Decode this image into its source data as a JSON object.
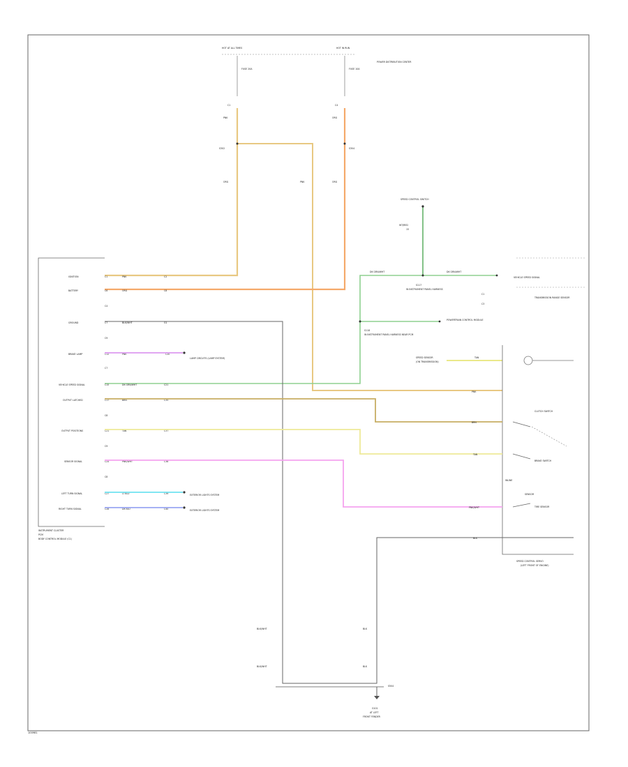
{
  "diagram": {
    "page_code": "100981",
    "top_labels": {
      "hot_at_all_times_left": "HOT AT ALL TIMES",
      "hot_in_run_right": "HOT IN RUN",
      "pdc_label": "POWER DISTRIBUTION CENTER",
      "fuse_left": "FUSE 20A",
      "fuse_right": "FUSE 10A",
      "cav_left": "C1",
      "cav_right": "C4",
      "wire_codes": [
        "PNK",
        "ORG",
        "S302",
        "S304",
        "ORG",
        "PNK",
        "ORG"
      ]
    },
    "speed_control": {
      "title": "SPEED CONTROL SWITCH",
      "wire": "WT/RED",
      "wire2": "15"
    },
    "connector": {
      "title": "INSTRUMENT CLUSTER",
      "subtitle": "PCM",
      "pins": [
        {
          "num": "C1",
          "label": "IGNITION",
          "wire": "PNK",
          "cav": "C2",
          "color": "#d9a94a"
        },
        {
          "num": "C6",
          "label": "BATTERY",
          "wire": "ORG",
          "cav": "C8",
          "color": "#f0913c"
        },
        {
          "num": "C4",
          "label": "",
          "wire": "",
          "cav": "",
          "color": ""
        },
        {
          "num": "C7",
          "label": "GROUND",
          "wire": "BLK/WHT",
          "cav": "G1",
          "color": "#555555"
        },
        {
          "num": "C9",
          "label": "",
          "wire": "",
          "cav": "",
          "color": ""
        },
        {
          "num": "C12",
          "label": "BRAKE LAMP",
          "wire": "PNK",
          "cav": "C20",
          "color": "#cc66ee"
        },
        {
          "num": "C7",
          "label": "",
          "wire": "",
          "cav": "",
          "color": ""
        },
        {
          "num": "C15",
          "label": "VEHICLE SPEED SIGNAL",
          "wire": "DK GRN/WHT",
          "cav": "C21",
          "color": "#77c07a"
        },
        {
          "num": "C17",
          "label": "OUTPUT LATCHED",
          "wire": "BRN",
          "cav": "C35",
          "color": "#b89a3e"
        },
        {
          "num": "C8",
          "label": "",
          "wire": "",
          "cav": "",
          "color": ""
        },
        {
          "num": "C21",
          "label": "OUTPUT POSITIONS",
          "wire": "TAN",
          "cav": "C37",
          "color": "#e7e47a"
        },
        {
          "num": "C9",
          "label": "",
          "wire": "",
          "cav": "",
          "color": ""
        },
        {
          "num": "C24",
          "label": "SENSOR SIGNAL",
          "wire": "PNK/WHT",
          "cav": "C38",
          "color": "#f080e8"
        },
        {
          "num": "C8",
          "label": "",
          "wire": "",
          "cav": "",
          "color": ""
        },
        {
          "num": "C27",
          "label": "LEFT TURN SIGNAL",
          "wire": "LT BLU",
          "cav": "C39",
          "color": "#48d8e8"
        },
        {
          "num": "C28",
          "label": "RIGHT TURN SIGNAL",
          "wire": "DK BLU",
          "cav": "C40",
          "color": "#7a88ee"
        }
      ],
      "module_label": "BODY CONTROL MODULE (C1)",
      "ref_brake": "LAMP CIRCUITS (LAMP SYSTEM)",
      "ref_left": "EXTERIOR LIGHTS SYSTEM",
      "ref_right": "EXTERIOR LIGHTS SYSTEM"
    },
    "right_side": {
      "vss_label": "VEHICLE SPEED SIGNAL",
      "vss_wire": "DK GRN/WHT",
      "vss_wire2": "DK GRN/WHT",
      "s117": "S117",
      "s117_note": "IN INSTRUMENT PANEL HARNESS",
      "s118": "S118",
      "s118_note": "IN INSTRUMENT PANEL HARNESS NEAR PCM",
      "pcm_note": "POWERTRAIN CONTROL MODULE",
      "sensor_block": "TRANSMISSION RANGE SENSOR",
      "speed_sensor": "SPEED SENSOR",
      "speed_sensor2": "(ON TRANSMISSION)",
      "tan_wire": "TAN",
      "clutch_label": "CLUTCH SWITCH",
      "brake_label": "BRAKE SWITCH",
      "brn_wire": "BRN",
      "tan_wire2": "TAN",
      "pnk_wire": "PNK/WHT",
      "blk_wire": "BLK",
      "pnk_wire2": "PNK",
      "cav_a": "C1",
      "cav_b": "C3",
      "sensor_label": "TIRE SENSOR",
      "sensor_hdr": "SENSOR",
      "module_note": "SPEED CONTROL SERVO",
      "module_note2": "(LEFT FRONT OF ENGINE)",
      "module_note3": "INLINE"
    },
    "ground": {
      "wire_left": "BLK/WHT",
      "wire_right": "BLK",
      "splice": "S504",
      "label": "G101",
      "note1": "AT LEFT",
      "note2": "FRONT FENDER"
    }
  }
}
